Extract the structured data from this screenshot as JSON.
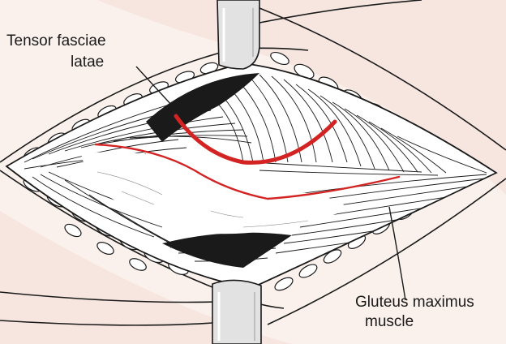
{
  "labels": {
    "tensor_fasciae_latae": {
      "line1": "Tensor fasciae",
      "line2": "latae"
    },
    "gluteus_maximus": {
      "line1": "Gluteus maximus",
      "line2": "muscle"
    }
  },
  "colors": {
    "incision_line": "#d42323",
    "ink": "#1a1a1a",
    "skin_tint": "#f6e6df",
    "retractor": "#e2e2e2",
    "fascia": "#ffffff"
  },
  "icons": {
    "retractors": "retractor-blade-shape"
  }
}
